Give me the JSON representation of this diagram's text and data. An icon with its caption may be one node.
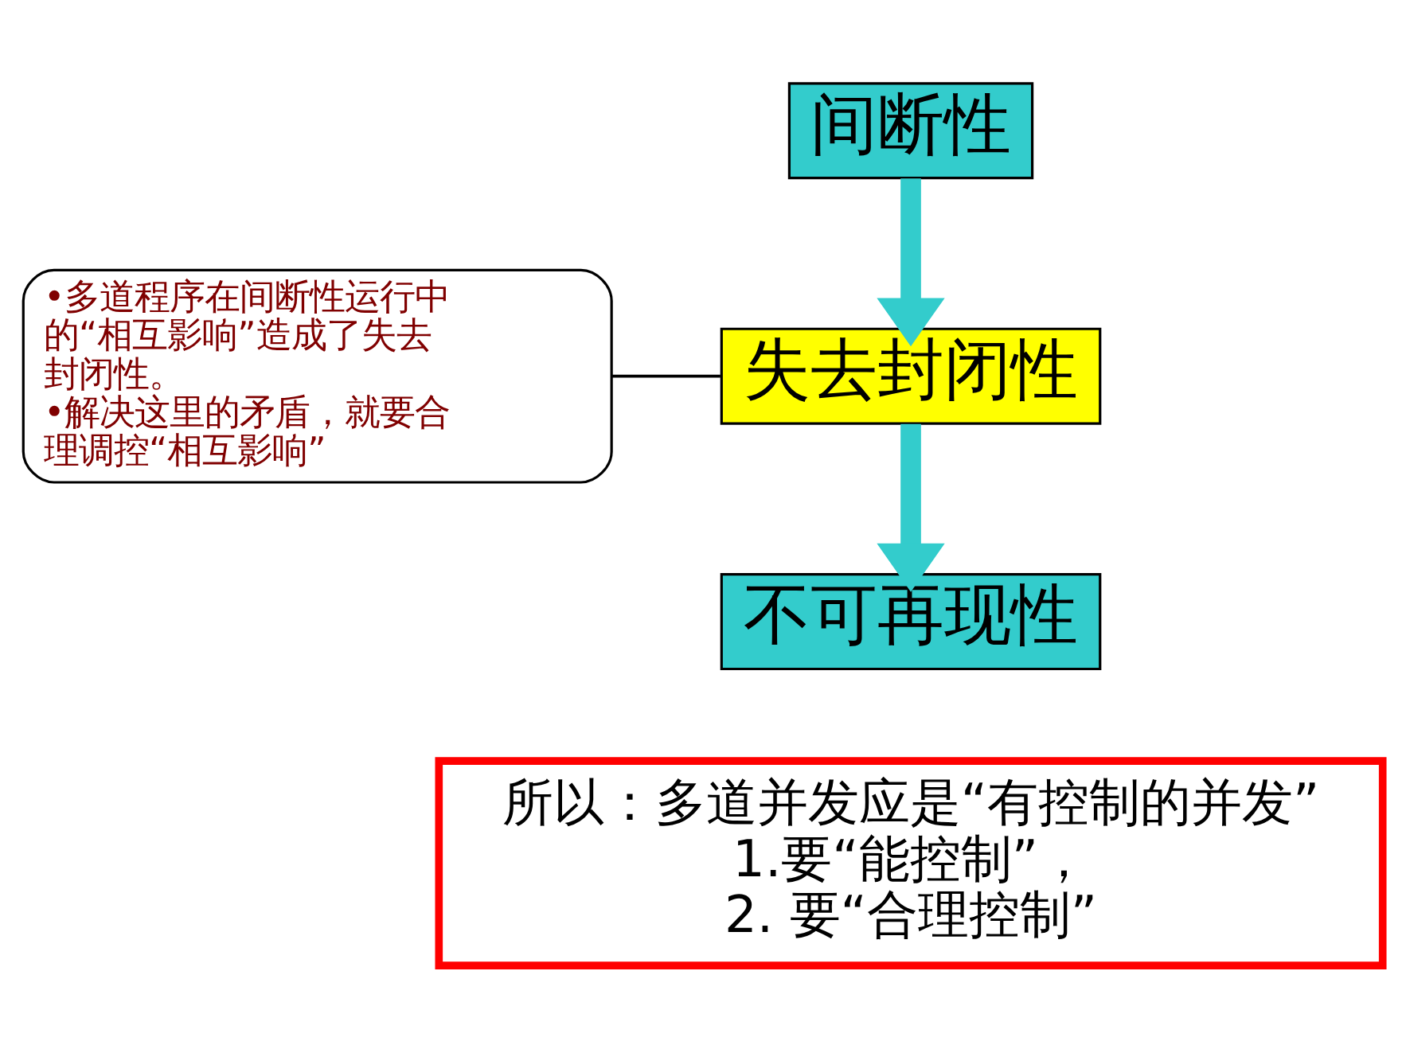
{
  "diagram": {
    "nodes": [
      {
        "text": [
          "间断性"
        ]
      },
      {
        "text": [
          "失去封闭性"
        ]
      },
      {
        "text": [
          "不可再现性"
        ]
      },
      {
        "text": [
          "•多道程序在间断性运行中的“相互影响”造成了失去封闭性。",
          "•解决这里的矛盾，就要合理调控“相互影响”"
        ]
      },
      {
        "text": [
          "所以：多道并发应是“有控制的并发”",
          "1.要“能控制”，",
          "2. 要“合理控制”"
        ]
      }
    ],
    "edges": [
      {
        "from": 0,
        "to": 1,
        "arrow": "to"
      },
      {
        "from": 1,
        "to": 2,
        "arrow": "to"
      },
      {
        "from": 3,
        "to": 1,
        "arrow": "none",
        "color": "#000000"
      }
    ]
  }
}
